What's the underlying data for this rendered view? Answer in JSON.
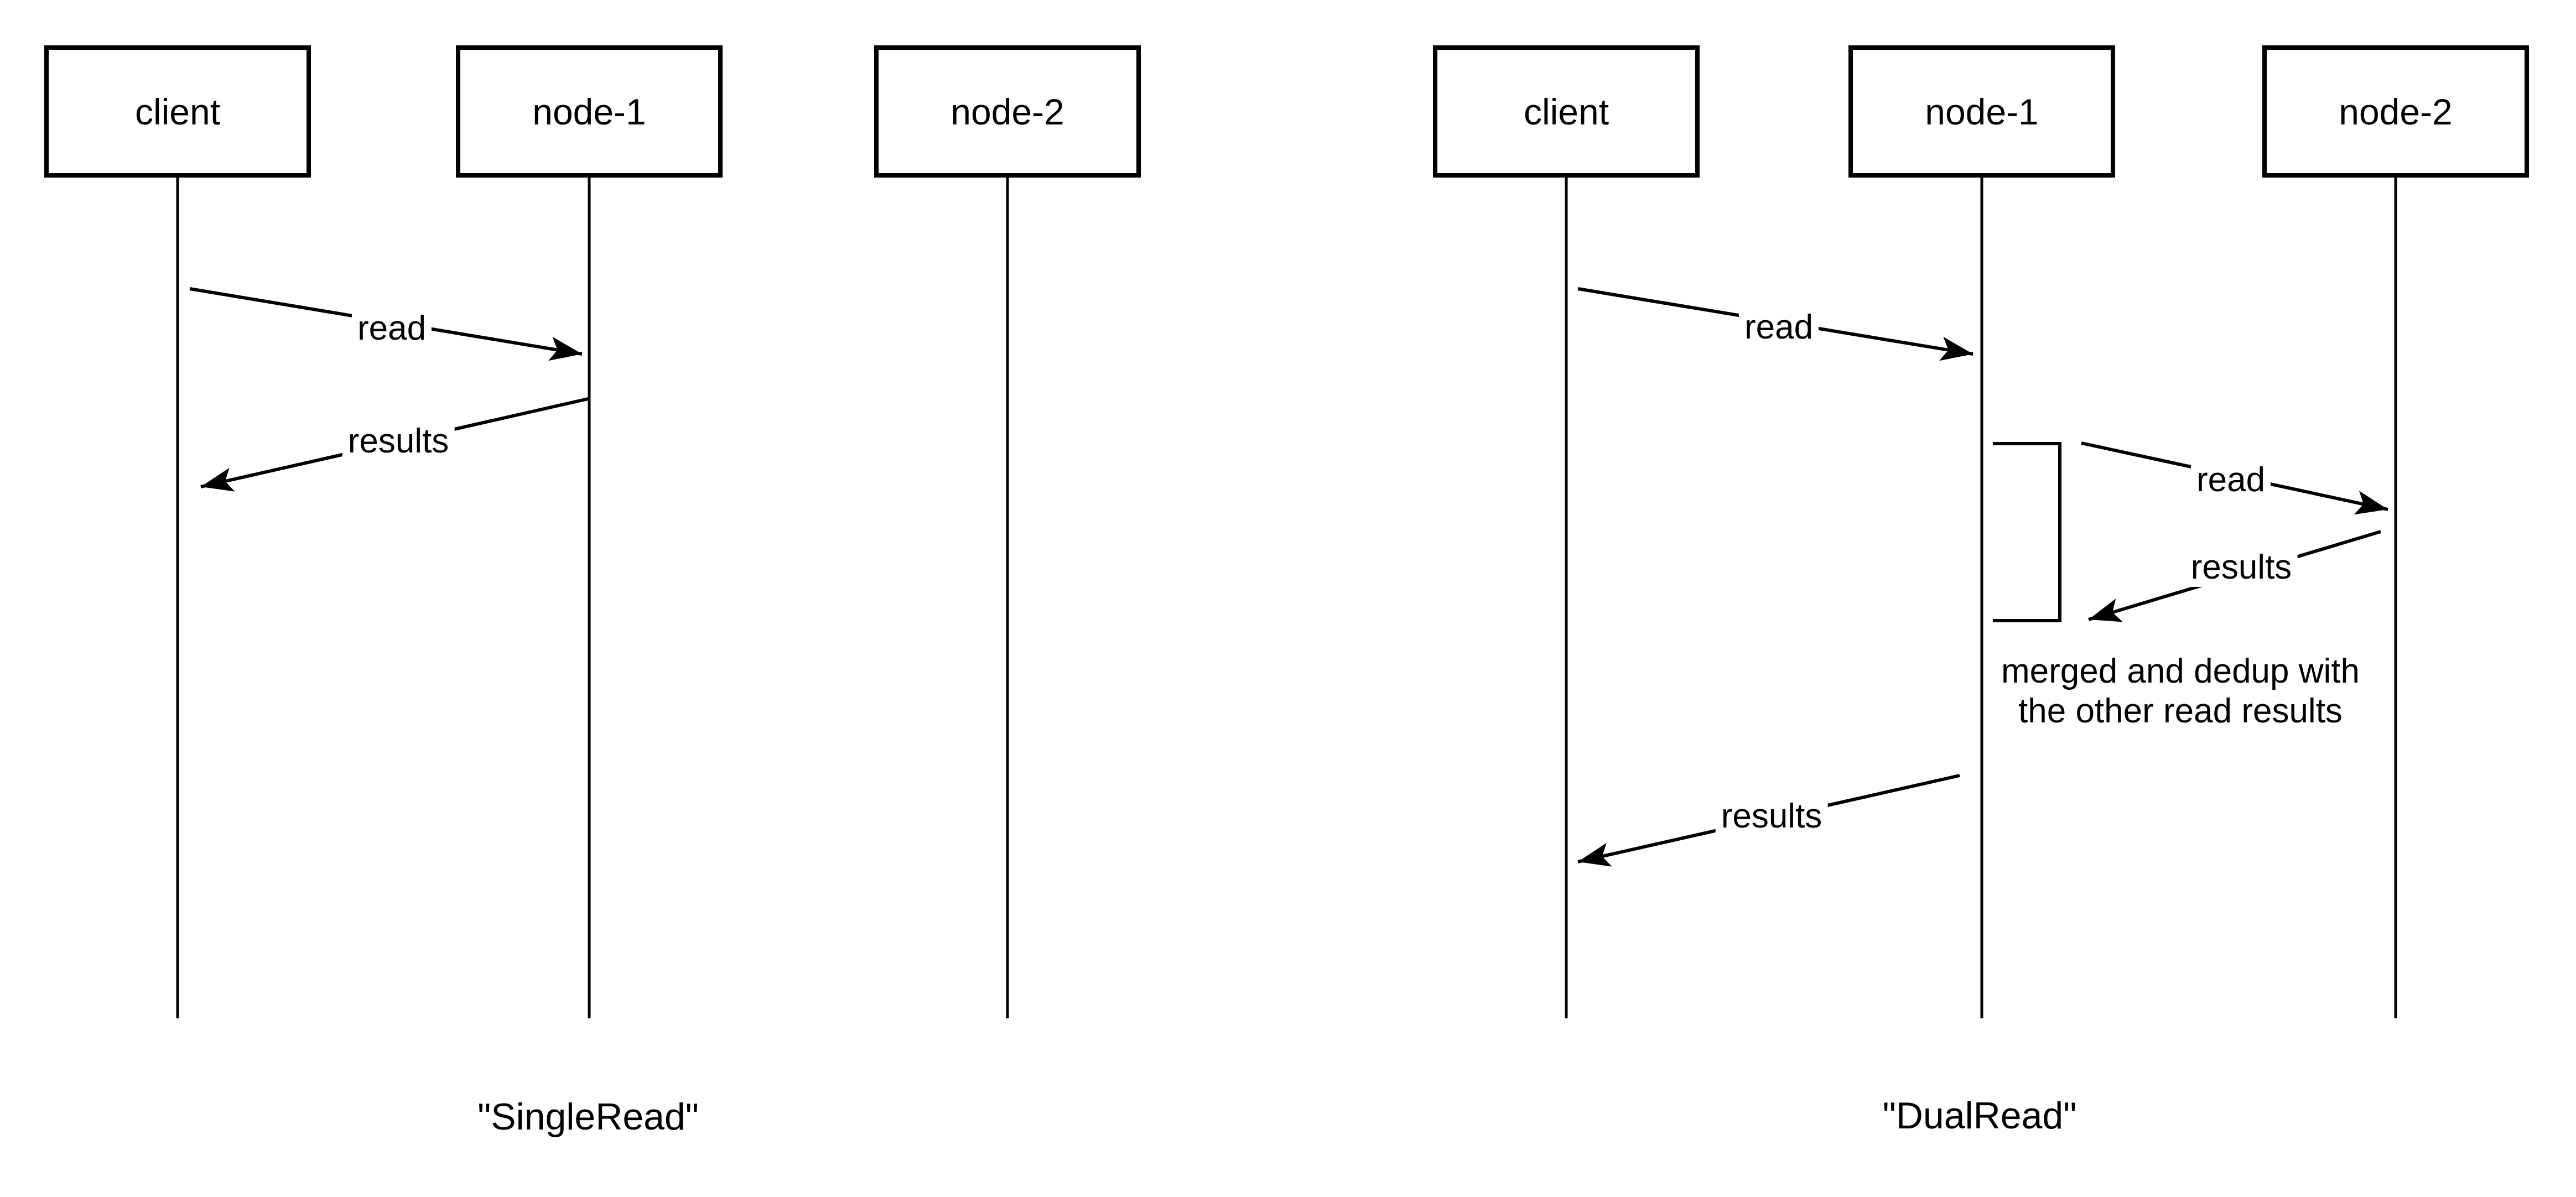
{
  "colors": {
    "line": "#000000",
    "background": "#ffffff"
  },
  "diagrams": [
    {
      "title": "\"SingleRead\"",
      "actors": [
        "client",
        "node-1",
        "node-2"
      ],
      "messages": [
        {
          "label": "read",
          "from": "client",
          "to": "node-1"
        },
        {
          "label": "results",
          "from": "node-1",
          "to": "client"
        }
      ]
    },
    {
      "title": "\"DualRead\"",
      "actors": [
        "client",
        "node-1",
        "node-2"
      ],
      "messages": [
        {
          "label": "read",
          "from": "client",
          "to": "node-1"
        },
        {
          "label": "read",
          "from": "node-1",
          "to": "node-2"
        },
        {
          "label": "results",
          "from": "node-2",
          "to": "node-1"
        },
        {
          "label": "results",
          "from": "node-1",
          "to": "client"
        }
      ],
      "note": [
        "merged and dedup with",
        "the other read results"
      ]
    }
  ]
}
